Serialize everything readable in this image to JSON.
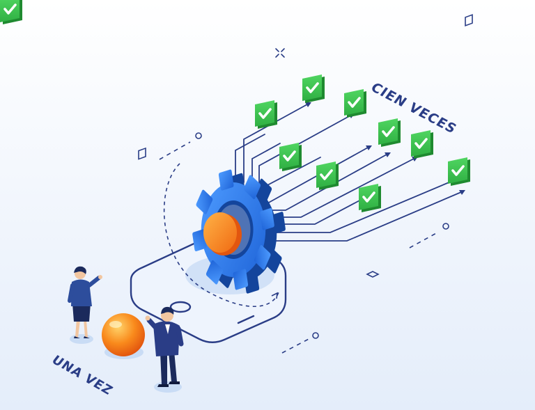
{
  "labels": {
    "many_times": "CIEN VECES",
    "once": "UNA VEZ"
  },
  "colors": {
    "background_top": "#ffffff",
    "background_bottom": "#e4edfa",
    "line_navy": "#2a3d86",
    "gear_blue": "#2f7ef0",
    "gear_dark": "#14459c",
    "check_green": "#3cc24e",
    "check_green_dark": "#1f8a30",
    "sphere_orange": "#f98a1c",
    "label_navy": "#2a3d86"
  },
  "icons": {
    "check": "check-badge-icon",
    "gear": "gear-icon",
    "phone": "smartphone-icon",
    "sphere": "orange-sphere",
    "people": "business-people"
  }
}
